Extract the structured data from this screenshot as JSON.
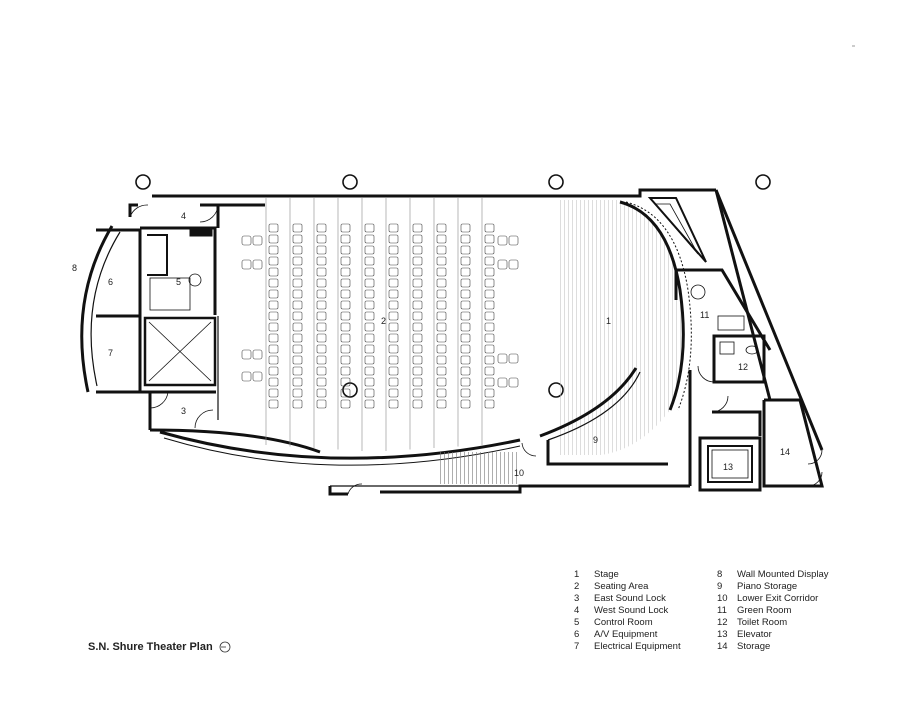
{
  "plan_title": "S.N. Shure Theater Plan",
  "rooms": [
    {
      "number": "1",
      "name": "Stage"
    },
    {
      "number": "2",
      "name": "Seating Area"
    },
    {
      "number": "3",
      "name": "East Sound Lock"
    },
    {
      "number": "4",
      "name": "West Sound Lock"
    },
    {
      "number": "5",
      "name": "Control Room"
    },
    {
      "number": "6",
      "name": "A/V Equipment"
    },
    {
      "number": "7",
      "name": "Electrical Equipment"
    },
    {
      "number": "8",
      "name": "Wall Mounted Display"
    },
    {
      "number": "9",
      "name": "Piano Storage"
    },
    {
      "number": "10",
      "name": "Lower Exit Corridor"
    },
    {
      "number": "11",
      "name": "Green Room"
    },
    {
      "number": "12",
      "name": "Toilet Room"
    },
    {
      "number": "13",
      "name": "Elevator"
    },
    {
      "number": "14",
      "name": "Storage"
    }
  ],
  "icons": {
    "north_arrow": "north-arrow-icon"
  }
}
